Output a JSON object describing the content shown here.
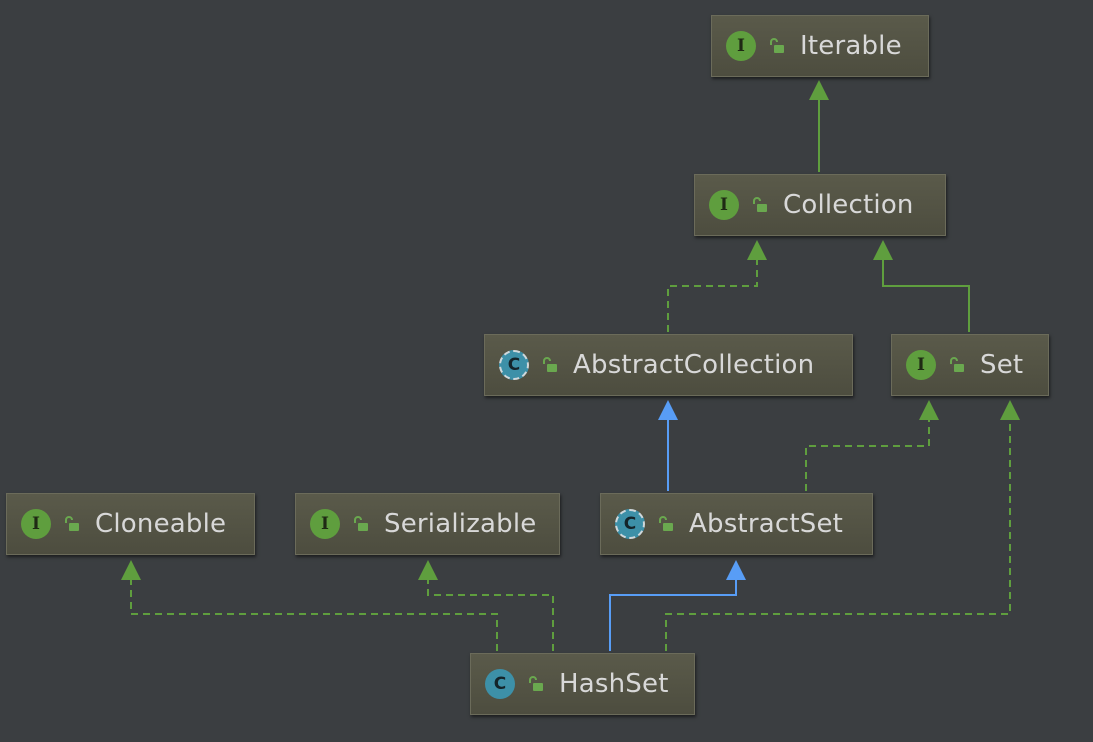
{
  "diagram": {
    "nodes": [
      {
        "id": "iterable",
        "label": "Iterable",
        "kind": "interface",
        "kind_glyph": "I",
        "icon": "interface-icon"
      },
      {
        "id": "collection",
        "label": "Collection",
        "kind": "interface",
        "kind_glyph": "I",
        "icon": "interface-icon"
      },
      {
        "id": "abstractcollection",
        "label": "AbstractCollection",
        "kind": "abstract-class",
        "kind_glyph": "C",
        "icon": "abstract-class-icon"
      },
      {
        "id": "set",
        "label": "Set",
        "kind": "interface",
        "kind_glyph": "I",
        "icon": "interface-icon"
      },
      {
        "id": "cloneable",
        "label": "Cloneable",
        "kind": "interface",
        "kind_glyph": "I",
        "icon": "interface-icon"
      },
      {
        "id": "serializable",
        "label": "Serializable",
        "kind": "interface",
        "kind_glyph": "I",
        "icon": "interface-icon"
      },
      {
        "id": "abstractset",
        "label": "AbstractSet",
        "kind": "abstract-class",
        "kind_glyph": "C",
        "icon": "abstract-class-icon"
      },
      {
        "id": "hashset",
        "label": "HashSet",
        "kind": "class",
        "kind_glyph": "C",
        "icon": "class-icon"
      }
    ],
    "edges": [
      {
        "from": "collection",
        "to": "iterable",
        "type": "extends-interface"
      },
      {
        "from": "abstractcollection",
        "to": "collection",
        "type": "implements"
      },
      {
        "from": "set",
        "to": "collection",
        "type": "extends-interface"
      },
      {
        "from": "abstractset",
        "to": "abstractcollection",
        "type": "extends-class"
      },
      {
        "from": "abstractset",
        "to": "set",
        "type": "implements"
      },
      {
        "from": "hashset",
        "to": "cloneable",
        "type": "implements"
      },
      {
        "from": "hashset",
        "to": "serializable",
        "type": "implements"
      },
      {
        "from": "hashset",
        "to": "abstractset",
        "type": "extends-class"
      },
      {
        "from": "hashset",
        "to": "set",
        "type": "implements"
      }
    ],
    "colors": {
      "background": "#3b3e41",
      "interface_badge": "#5f9e3e",
      "class_badge": "#3d90a8",
      "extends_class_edge": "#589df6",
      "interface_edge": "#5f9e3e",
      "lock_icon": "#6aa84f"
    }
  }
}
